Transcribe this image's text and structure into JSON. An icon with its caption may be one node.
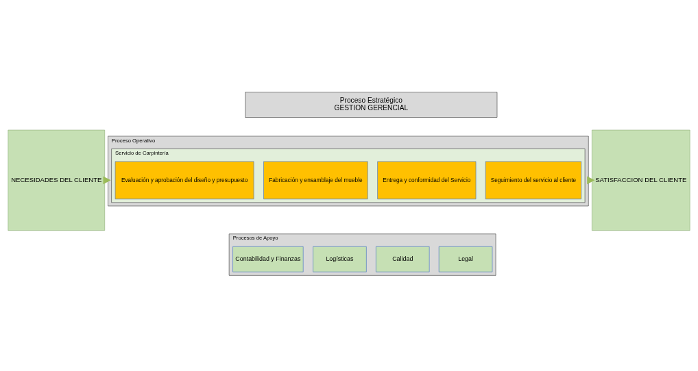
{
  "diagram": {
    "nodes": [
      {
        "text": [
          "NECESIDADES DEL CLIENTE"
        ]
      },
      {
        "text": [
          "Proceso Estratégico",
          "GESTION GERENCIAL"
        ]
      },
      {
        "text": [
          "Proceso Operativo"
        ]
      },
      {
        "text": [
          "Servicio de Carpintería"
        ],
        "in": 2
      },
      {
        "text": [
          "Evaluación y aprobación del diseño y presupuesto"
        ],
        "in": 3
      },
      {
        "text": [
          "Fabricación y ensamblaje del mueble"
        ],
        "in": 3
      },
      {
        "text": [
          "Entrega y conformidad del Servicio"
        ],
        "in": 3
      },
      {
        "text": [
          "Seguimiento del servicio al cliente"
        ],
        "in": 3
      },
      {
        "text": [
          "Procesos de Apoyo"
        ]
      },
      {
        "text": [
          "Contabilidad y Finanzas"
        ],
        "in": 8
      },
      {
        "text": [
          "Logísticas"
        ],
        "in": 8
      },
      {
        "text": [
          "Calidad"
        ],
        "in": 8
      },
      {
        "text": [
          "Legal"
        ],
        "in": 8
      },
      {
        "text": [
          "SATISFACCION DEL CLIENTE"
        ]
      }
    ],
    "edges": [
      {
        "from": 0,
        "to": 2,
        "arrow": "to",
        "style": "thick"
      },
      {
        "from": 2,
        "to": 13,
        "arrow": "to",
        "style": "thick"
      }
    ]
  }
}
